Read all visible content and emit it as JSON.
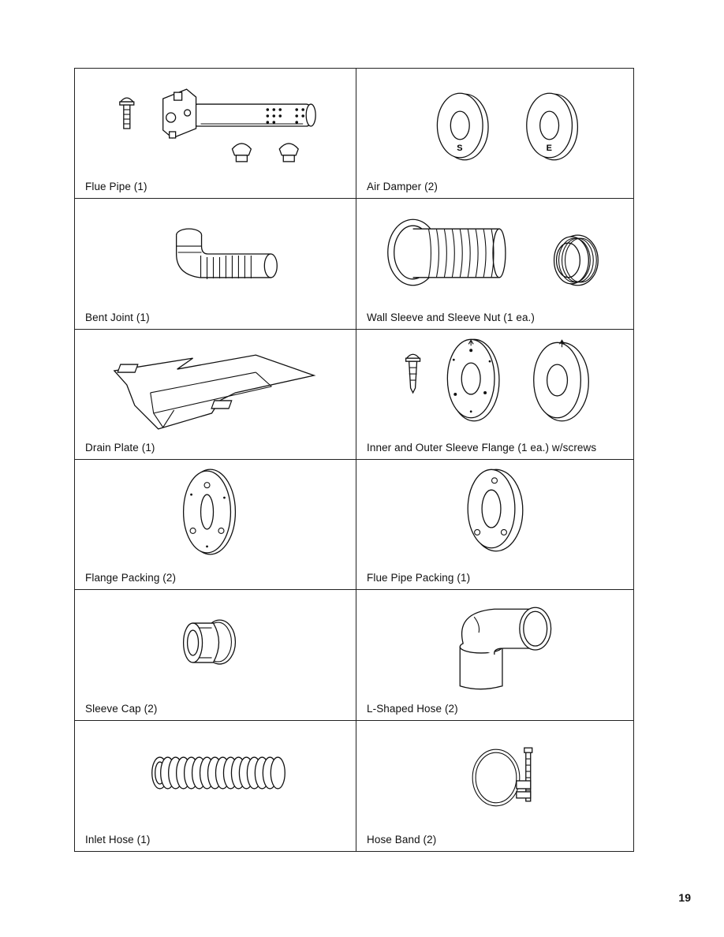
{
  "items": [
    {
      "caption": "Flue Pipe (1)",
      "icon": "flue-pipe-icon"
    },
    {
      "caption": "Air Damper (2)",
      "icon": "air-damper-icon",
      "marks": [
        "S",
        "E"
      ]
    },
    {
      "caption": "Bent Joint (1)",
      "icon": "bent-joint-icon"
    },
    {
      "caption": "Wall Sleeve and Sleeve Nut (1 ea.)",
      "icon": "wall-sleeve-icon"
    },
    {
      "caption": "Drain Plate (1)",
      "icon": "drain-plate-icon"
    },
    {
      "caption": "Inner and Outer Sleeve Flange (1 ea.) w/screws",
      "icon": "sleeve-flange-icon"
    },
    {
      "caption": "Flange Packing (2)",
      "icon": "flange-packing-icon"
    },
    {
      "caption": "Flue Pipe Packing (1)",
      "icon": "flue-pipe-packing-icon"
    },
    {
      "caption": "Sleeve Cap (2)",
      "icon": "sleeve-cap-icon"
    },
    {
      "caption": "L-Shaped Hose (2)",
      "icon": "l-shaped-hose-icon"
    },
    {
      "caption": "Inlet Hose (1)",
      "icon": "inlet-hose-icon"
    },
    {
      "caption": "Hose Band (2)",
      "icon": "hose-band-icon"
    }
  ],
  "page_number": "19"
}
